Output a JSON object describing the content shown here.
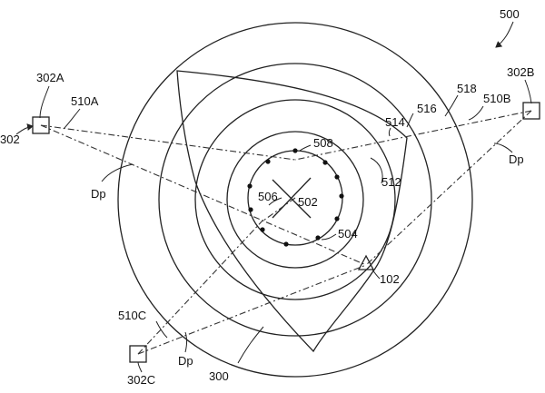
{
  "figure": {
    "labels": {
      "fig_number": "500",
      "node_a": "302A",
      "node_b": "302B",
      "node_c": "302C",
      "node_group": "302",
      "path_a": "510A",
      "path_b": "510B",
      "path_c": "510C",
      "dp_left": "Dp",
      "dp_right": "Dp",
      "dp_bottom": "Dp",
      "ring_518": "518",
      "ring_516": "516",
      "ring_514": "514",
      "ring_512": "512",
      "cluster_508": "508",
      "center_506": "506",
      "center_502": "502",
      "cluster_504": "504",
      "target": "102",
      "region": "300"
    }
  }
}
